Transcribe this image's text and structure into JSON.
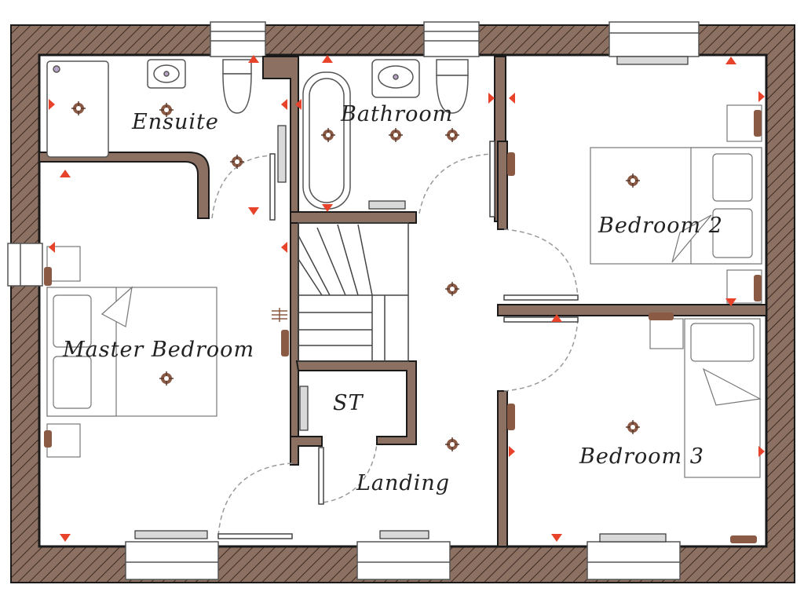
{
  "plan": {
    "rooms": {
      "ensuite": "Ensuite",
      "bathroom": "Bathroom",
      "bedroom2": "Bedroom 2",
      "master": "Master Bedroom",
      "st": "ST",
      "landing": "Landing",
      "bedroom3": "Bedroom 3"
    },
    "colors": {
      "wall": "#8c7163",
      "wall_outline": "#1a1a1a",
      "floor": "#ffffff",
      "socket_marker": "#e8422b",
      "fixture_brown": "#8a5a44",
      "door_arc": "#9a9a9a"
    }
  }
}
